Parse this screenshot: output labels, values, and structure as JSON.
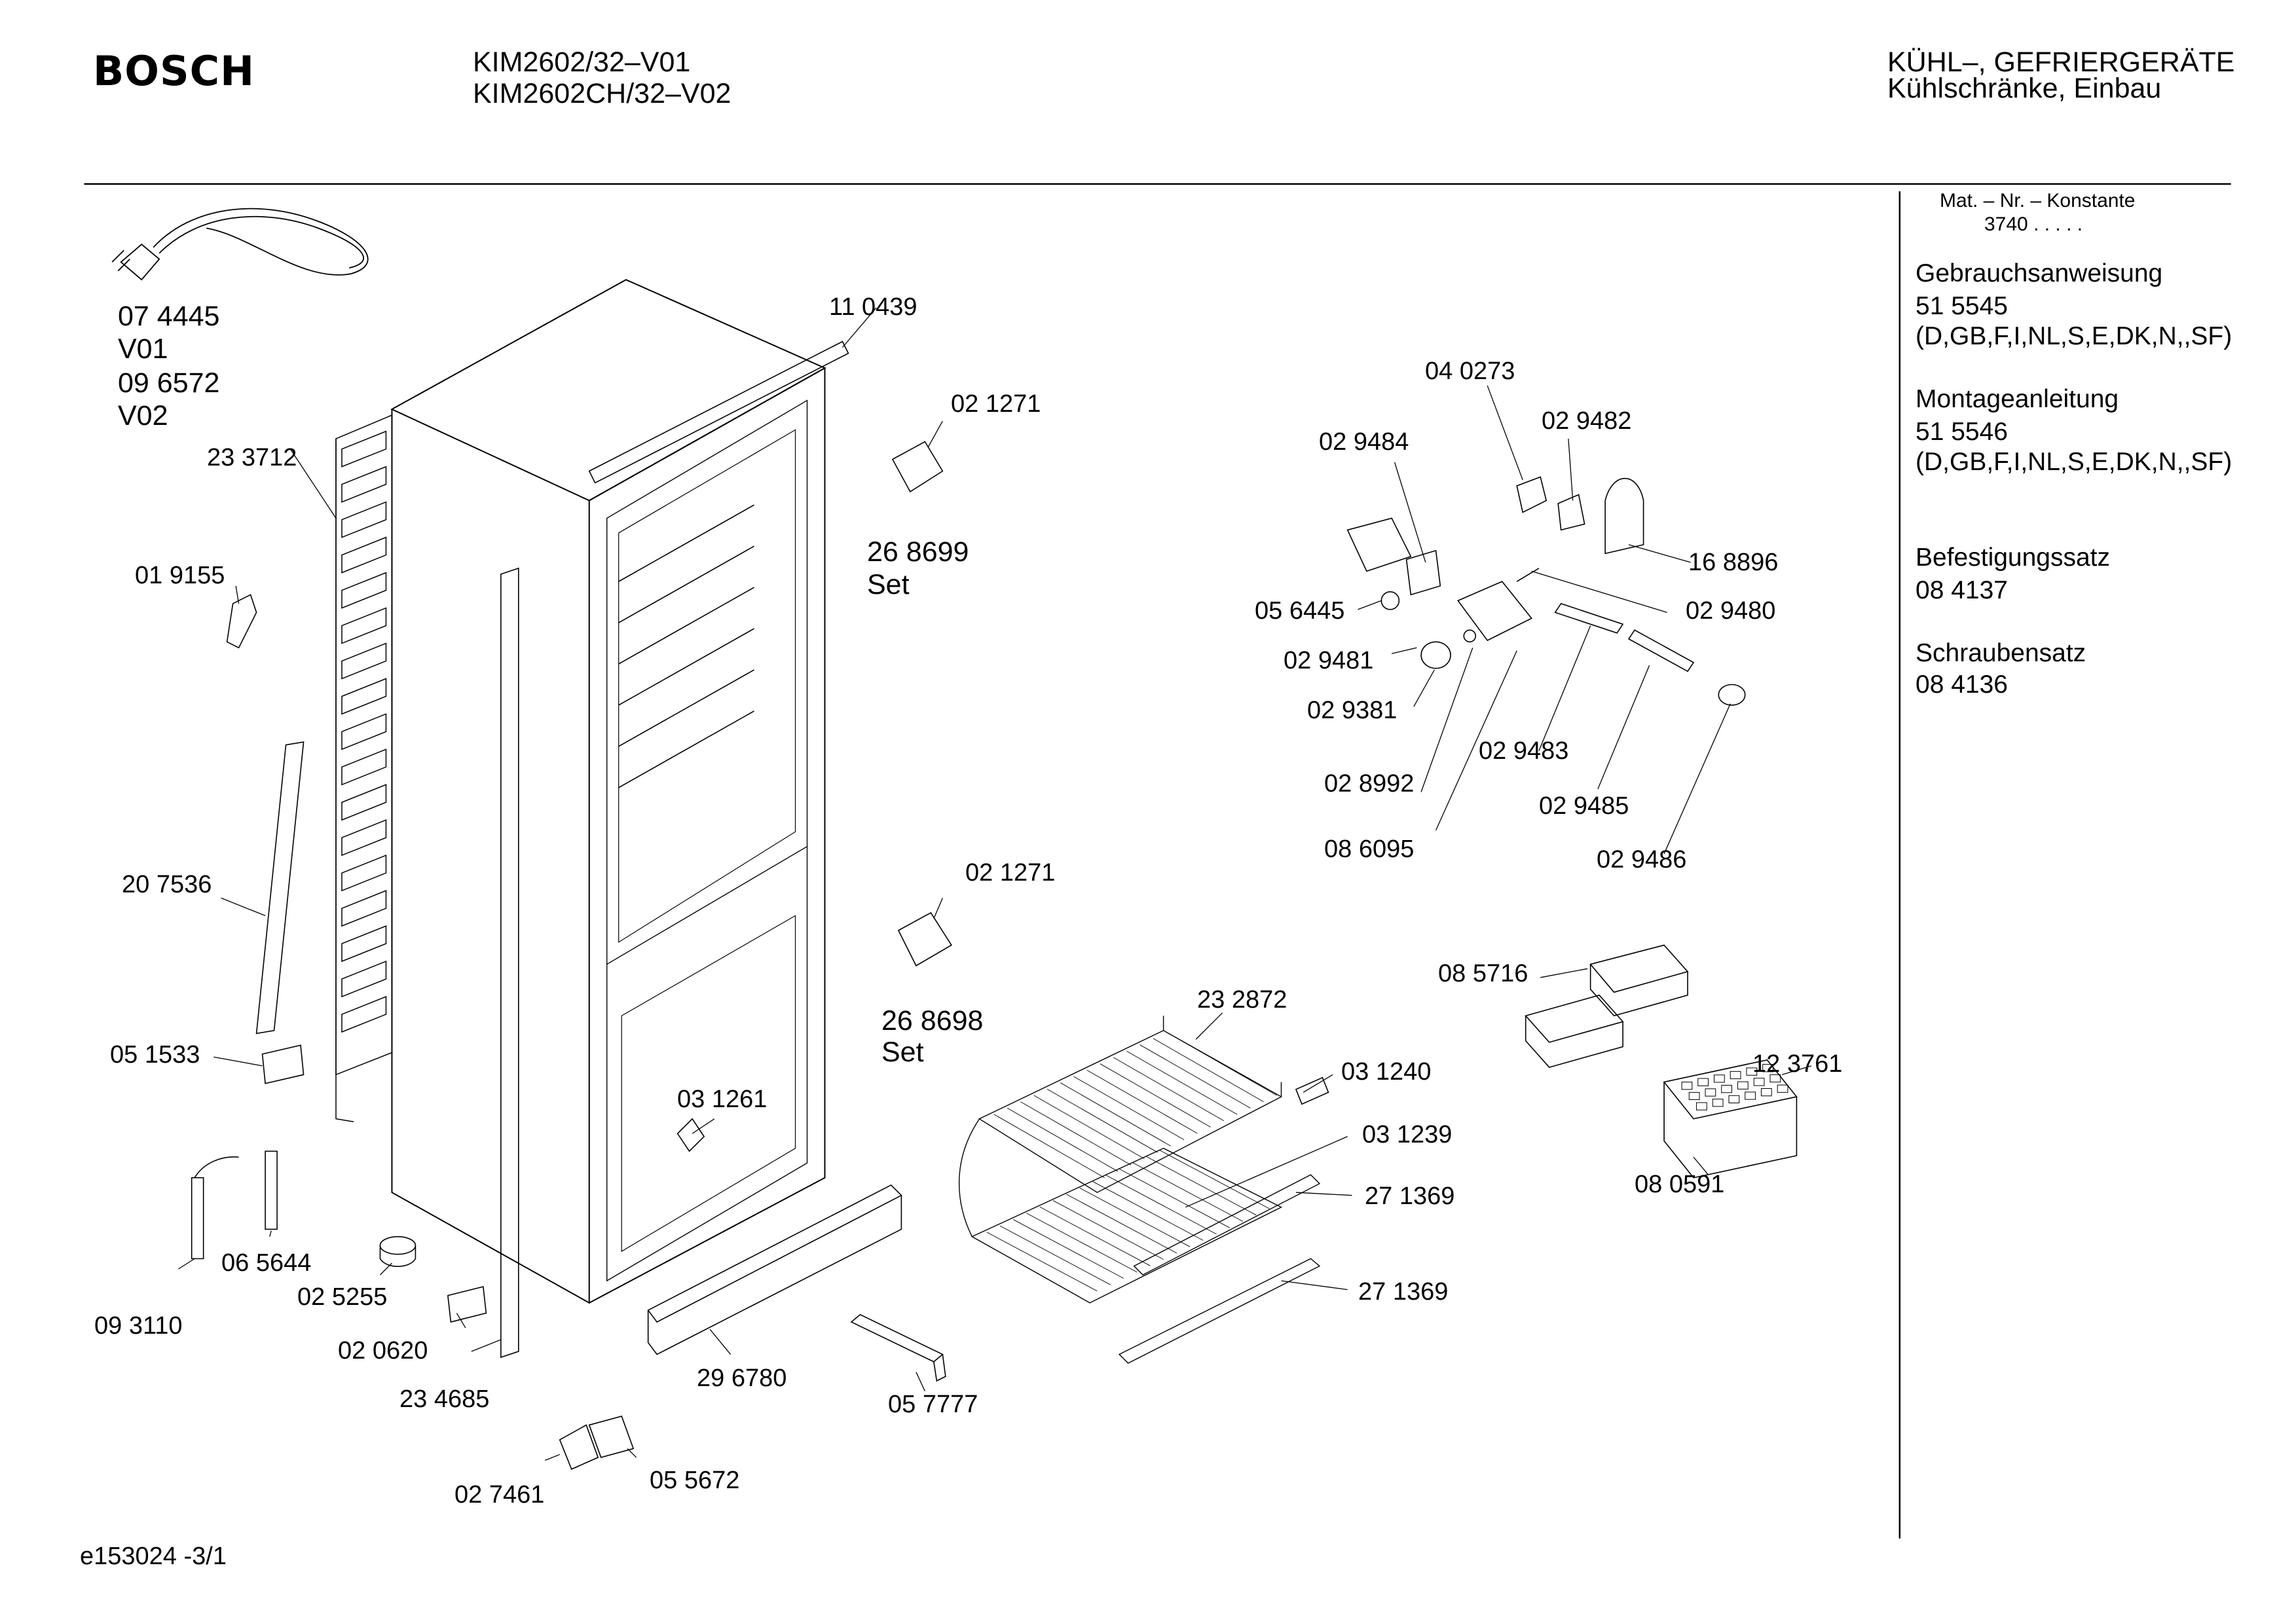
{
  "header": {
    "brand": "BOSCH",
    "models": [
      "KIM2602/32–V01",
      "KIM2602CH/32–V02"
    ],
    "category": "KÜHL–, GEFRIERGERÄTE",
    "subcategory": "Kühlschränke, Einbau"
  },
  "sidebar": {
    "mat_title": "Mat. – Nr. – Konstante",
    "mat_value": "3740  .  .  .  .  .",
    "gebrauch_title": "Gebrauchsanweisung",
    "gebrauch_number": "51 5545",
    "gebrauch_langs": "(D,GB,F,I,NL,S,E,DK,N,,SF)",
    "montage_title": "Montageanleitung",
    "montage_number": "51 5546",
    "montage_langs": "(D,GB,F,I,NL,S,E,DK,N,,SF)",
    "befestigung_title": "Befestigungssatz",
    "befestigung_number": "08 4137",
    "schrauben_title": "Schraubensatz",
    "schrauben_number": "08 4136"
  },
  "footer": {
    "drawing_id": "e153024 -3/1"
  },
  "parts": {
    "cable_1": "07 4445",
    "cable_1_variant": "V01",
    "cable_2": "09 6572",
    "cable_2_variant": "V02",
    "p_233712": "23 3712",
    "p_019155": "01 9155",
    "p_207536": "20 7536",
    "p_051533": "05 1533",
    "p_093110": "09 3110",
    "p_065644": "06 5644",
    "p_025255": "02 5255",
    "p_020620": "02 0620",
    "p_234685": "23 4685",
    "p_027461": "02 7461",
    "p_055672": "05 5672",
    "p_296780": "29 6780",
    "p_057777": "05 7777",
    "p_110439": "11 0439",
    "p_021271_a": "02 1271",
    "p_268699": "26 8699",
    "p_268699_set": "Set",
    "p_021271_b": "02 1271",
    "p_268698": "26 8698",
    "p_268698_set": "Set",
    "p_031261": "03 1261",
    "p_232872": "23 2872",
    "p_031240": "03 1240",
    "p_031239": "03 1239",
    "p_271369_a": "27 1369",
    "p_271369_b": "27 1369",
    "p_040273": "04 0273",
    "p_029484": "02 9484",
    "p_029482": "02 9482",
    "p_168896": "16 8896",
    "p_029480": "02 9480",
    "p_056445": "05 6445",
    "p_029481": "02 9481",
    "p_029381": "02 9381",
    "p_028992": "02 8992",
    "p_086095": "08 6095",
    "p_029483": "02 9483",
    "p_029485": "02 9485",
    "p_029486": "02 9486",
    "p_085716": "08 5716",
    "p_123761": "12 3761",
    "p_080591": "08 0591"
  }
}
